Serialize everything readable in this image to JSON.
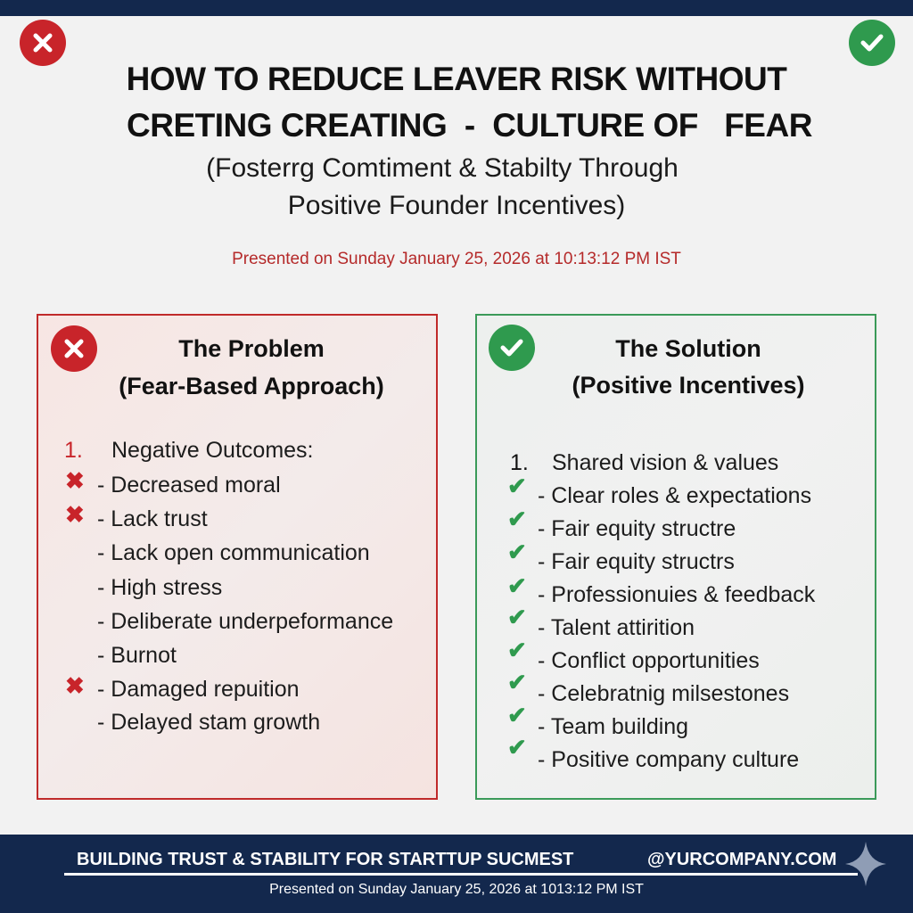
{
  "header": {
    "title_line1": "HOW TO REDUCE LEAVER RISK WITHOUT",
    "title_line2": "CRETING CREATING  -  CULTURE OF   FEAR",
    "subtitle_line1": "(Fosterrg Comtiment & Stabilty Through",
    "subtitle_line2": "Positive Founder Incentives)",
    "date": "Presented on Sunday January 25, 2026 at 10:13:12 PM IST"
  },
  "problem": {
    "title_line1": "The Problem",
    "title_line2": "(Fear-Based Approach)",
    "number": "1.",
    "items": [
      "Negative Outcomes:",
      "- Decreased moral",
      "- Lack trust",
      "- Lack open communication",
      "- High stress",
      "- Deliberate underpeformance",
      "- Burnot",
      "- Damaged repuition",
      "- Delayed stam growth"
    ]
  },
  "solution": {
    "title_line1": "The Solution",
    "title_line2": "(Positive Incentives)",
    "number": "1.",
    "items": [
      "Shared vision & values",
      "- Clear roles & expectations",
      "- Fair equity structre",
      "- Fair equity structrs",
      "- Professionuies & feedback",
      "- Talent attirition",
      "- Conflict opportunities",
      "- Celebratnig milsestones",
      "- Team building",
      "- Positive company culture"
    ]
  },
  "footer": {
    "tagline": "BUILDING TRUST & STABILITY FOR STARTTUP SUCMEST",
    "handle": "@YURCOMPANY.COM",
    "date": "Presented on Sunday January 25, 2026 at 1013:12 PM IST"
  },
  "colors": {
    "navy": "#13284d",
    "red": "#c8242a",
    "green": "#2f9a4e"
  }
}
